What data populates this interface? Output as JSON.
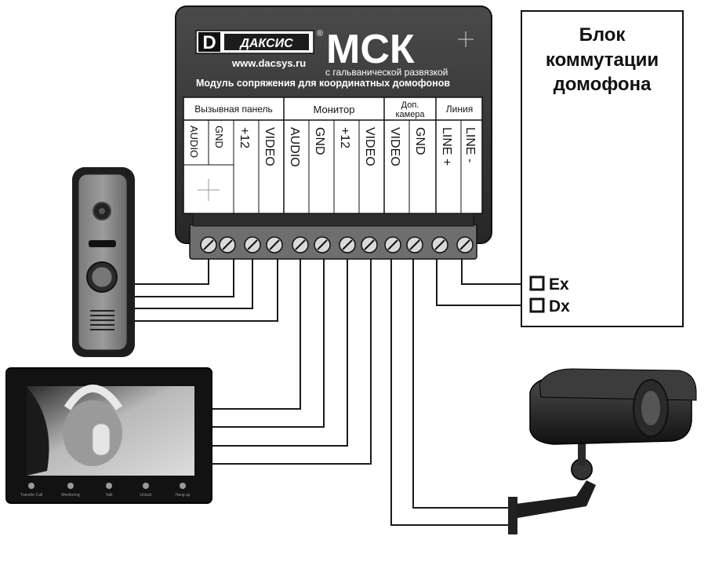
{
  "module": {
    "brand": "ДАКСИС",
    "brand_mark": "D",
    "registered": "®",
    "website": "www.dacsys.ru",
    "model": "МСК",
    "subtitle": "с гальванической развязкой",
    "description": "Модуль сопряжения для координатных домофонов",
    "groups": [
      {
        "label": "Вызывная панель"
      },
      {
        "label": "Монитор"
      },
      {
        "label_line1": "Доп.",
        "label_line2": "камера"
      },
      {
        "label": "Линия"
      }
    ],
    "pins": [
      "AUDIO",
      "GND",
      "+12",
      "VIDEO",
      "AUDIO",
      "GND",
      "+12",
      "VIDEO",
      "VIDEO",
      "GND",
      "LINE +",
      "LINE -"
    ]
  },
  "switch_block": {
    "title_line1": "Блок",
    "title_line2": "коммутации",
    "title_line3": "домофона",
    "terminals": [
      {
        "label": "Ex"
      },
      {
        "label": "Dx"
      }
    ]
  },
  "monitor": {
    "buttons": [
      "Transfer Call",
      "Monitoring",
      "Talk",
      "Unlock",
      "Hang up"
    ]
  },
  "colors": {
    "module_body": "#3a3a3a",
    "module_panel": "#ffffff",
    "wire": "#1a1a1a",
    "call_panel": "#8a8a8a",
    "terminal_block": "#6e6e6e"
  }
}
